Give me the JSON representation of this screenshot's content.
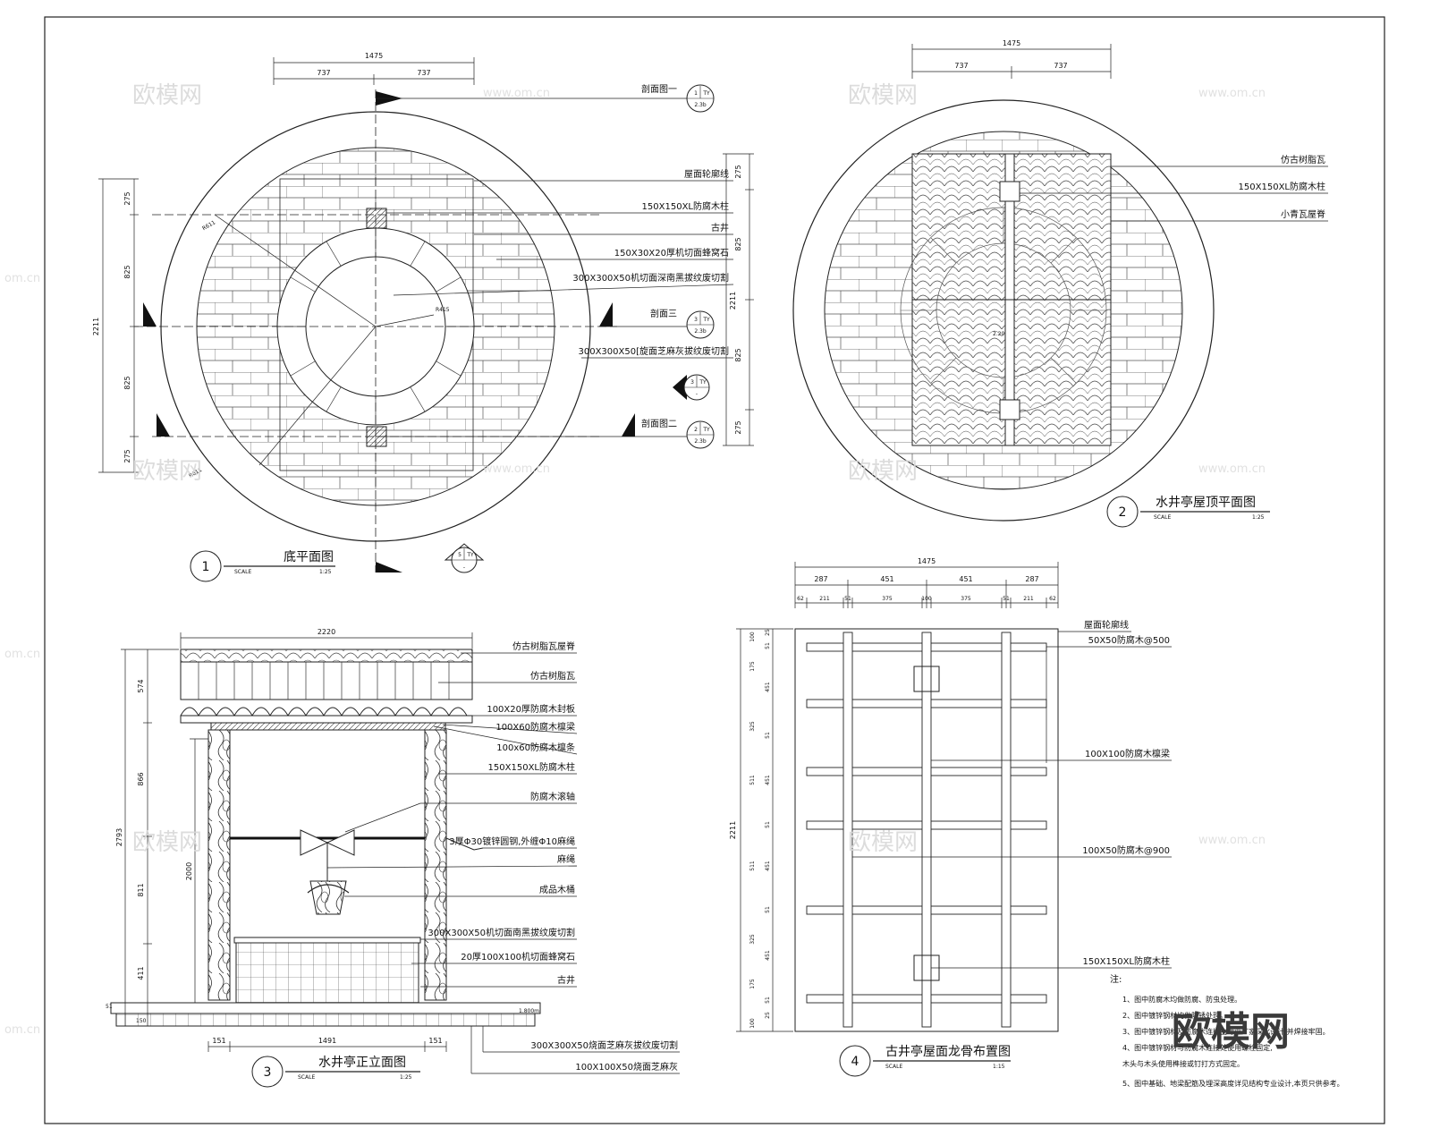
{
  "watermark": {
    "brand": "欧模网",
    "url": "www.om.cn",
    "url_short": "om.cn"
  },
  "view1": {
    "number": "1",
    "title": "底平面图",
    "scale_word": "SCALE",
    "scale": "1:25",
    "dims": {
      "overall": "1475",
      "half_l": "737",
      "half_r": "737",
      "v_total": "2211",
      "v1": "275",
      "v2": "825",
      "v3": "825",
      "v4": "275",
      "r1": "R611",
      "r2": "R611",
      "r3": "R415"
    },
    "labels": [
      "屋面轮廓线",
      "150X150XL防腐木柱",
      "古井",
      "150X30X20厚机切面蜂窝石",
      "300X300X50机切面深南黑拔纹废切割",
      "300X300X50[旋面芝麻灰拔纹废切割"
    ],
    "section_labels": [
      "剖面图一",
      "剖面三",
      "剖面图二"
    ],
    "bubbles": [
      {
        "n": "1",
        "s": "TY",
        "b": "2.3b"
      },
      {
        "n": "3",
        "s": "TY",
        "b": "2.3b"
      },
      {
        "n": "3",
        "s": "TY",
        "b": "-"
      },
      {
        "n": "2",
        "s": "TY",
        "b": "2.3b"
      },
      {
        "n": "5",
        "s": "TY",
        "b": "-"
      }
    ]
  },
  "view2": {
    "number": "2",
    "title": "水井亭屋顶平面图",
    "scale_word": "SCALE",
    "scale": "1:25",
    "dims": {
      "overall": "1475",
      "half_l": "737",
      "half_r": "737",
      "v_total": "2211",
      "v1": "275",
      "v2": "825",
      "v3": "825",
      "v4": "275",
      "c": "2.20"
    },
    "labels": [
      "仿古树脂瓦",
      "150X150XL防腐木柱",
      "小青瓦屋脊"
    ]
  },
  "view3": {
    "number": "3",
    "title": "水井亭正立面图",
    "scale_word": "SCALE",
    "scale": "1:25",
    "dims": {
      "top": "2220",
      "h_total": "2793",
      "h_col": "2000",
      "h1": "574",
      "h2": "866",
      "h3": "811",
      "h4": "411",
      "h5": "51",
      "h6": "150",
      "b1": "151",
      "b2": "1491",
      "b3": "151",
      "lvl": "1.800m"
    },
    "labels": [
      "仿古树脂瓦屋脊",
      "仿古树脂瓦",
      "100X20厚防腐木封板",
      "100X60防腐木檩梁",
      "100x60防腐木檩条",
      "150X150XL防腐木柱",
      "防腐木滚轴",
      "3厚Φ30镀锌圆钢,外缠Φ10麻绳",
      "麻绳",
      "成品木桶",
      "300X300X50机切面南黑拔纹废切割",
      "20厚100X100机切面蜂窝石",
      "古井"
    ],
    "bottom_labels": [
      "300X300X50烧面芝麻灰拔纹废切割",
      "100X100X50烧面芝麻灰"
    ]
  },
  "view4": {
    "number": "4",
    "title": "古井亭屋面龙骨布置图",
    "scale_word": "SCALE",
    "scale": "1:15",
    "dims": {
      "overall": "1475",
      "t": [
        "287",
        "451",
        "451",
        "287"
      ],
      "s": [
        "62",
        "211",
        "51",
        "375",
        "100",
        "375",
        "51",
        "211",
        "62"
      ],
      "v_total": "2211",
      "v": [
        "100",
        "25",
        "51",
        "175",
        "451",
        "325",
        "51",
        "511",
        "451",
        "51",
        "511",
        "451",
        "51",
        "325",
        "451",
        "175",
        "51",
        "25",
        "100"
      ]
    },
    "labels": [
      "屋面轮廓线",
      "50X50防腐木@500",
      "100X100防腐木檩梁",
      "100X50防腐木@900",
      "150X150XL防腐木柱"
    ]
  },
  "notes": {
    "heading": "注:",
    "items": [
      "1、图中防腐木均做防腐、防虫处理。",
      "2、图中镀锌钢材均做防锈处理。",
      "3、图中镀锌钢材及防腐木连接由专业厂家深化设计,并焊接牢固。",
      "4、图中镀锌钢材与防腐木连接处使用螺栓固定,",
      "木头与木头使用榫接或钉打方式固定。",
      "5、图中基础、地梁配筋及埋深高度详见结构专业设计,本页只供参考。"
    ]
  }
}
